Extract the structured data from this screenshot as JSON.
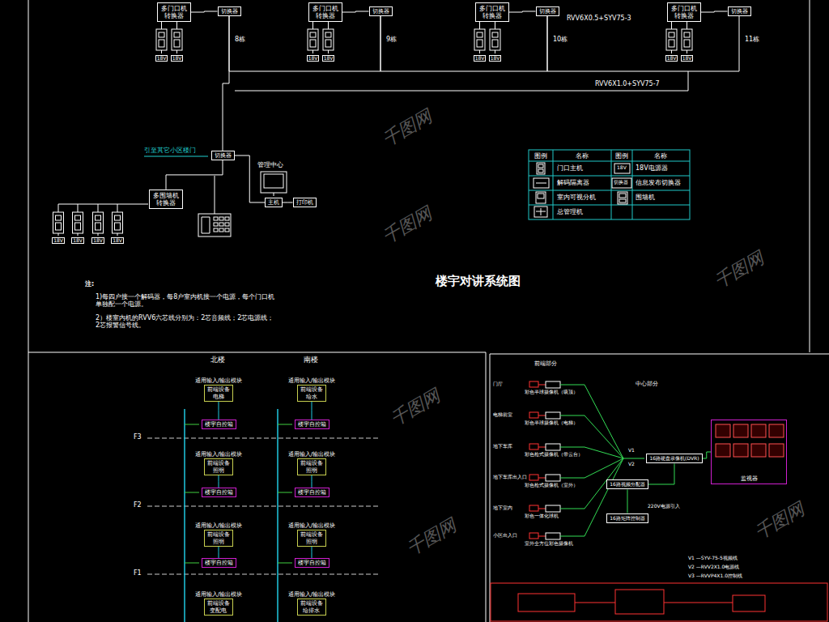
{
  "diagram": {
    "title": "楼宇对讲系统图",
    "nodes": [
      {
        "text": [
          "多门口机转换器"
        ]
      },
      {
        "text": [
          "切换器"
        ]
      },
      {
        "text": [
          "多门口机转换器"
        ]
      },
      {
        "text": [
          "切换器"
        ]
      },
      {
        "text": [
          "多门口机转换器"
        ]
      },
      {
        "text": [
          "切换器"
        ]
      },
      {
        "text": [
          "多门口机转换器"
        ]
      },
      {
        "text": [
          "切换器"
        ]
      },
      {
        "text": [
          "18V"
        ]
      },
      {
        "text": [
          "18V"
        ]
      },
      {
        "text": [
          "18V"
        ]
      },
      {
        "text": [
          "18V"
        ]
      },
      {
        "text": [
          "18V"
        ]
      },
      {
        "text": [
          "18V"
        ]
      },
      {
        "text": [
          "18V"
        ]
      },
      {
        "text": [
          "18V"
        ]
      },
      {
        "text": [
          "切换器"
        ]
      },
      {
        "text": [
          "主机"
        ]
      },
      {
        "text": [
          "打印机"
        ]
      },
      {
        "text": [
          "多围墙机转换器"
        ]
      },
      {
        "text": [
          "18V"
        ]
      },
      {
        "text": [
          "18V"
        ]
      },
      {
        "text": [
          "18V"
        ]
      },
      {
        "text": [
          "18V"
        ]
      },
      {
        "text": [
          "通用输入/输出模块",
          "前端设备 电梯"
        ]
      },
      {
        "text": [
          "楼宇自控箱"
        ]
      },
      {
        "text": [
          "通用输入/输出模块",
          "前端设备 照明"
        ]
      },
      {
        "text": [
          "楼宇自控箱"
        ]
      },
      {
        "text": [
          "通用输入/输出模块",
          "前端设备 照明"
        ]
      },
      {
        "text": [
          "楼宇自控箱"
        ]
      },
      {
        "text": [
          "通用输入/输出模块",
          "前端设备 变配电"
        ]
      },
      {
        "text": [
          "通用输入/输出模块",
          "前端设备 给水"
        ]
      },
      {
        "text": [
          "楼宇自控箱"
        ]
      },
      {
        "text": [
          "通用输入/输出模块",
          "前端设备 照明"
        ]
      },
      {
        "text": [
          "楼宇自控箱"
        ]
      },
      {
        "text": [
          "通用输入/输出模块",
          "前端设备 照明"
        ]
      },
      {
        "text": [
          "楼宇自控箱"
        ]
      },
      {
        "text": [
          "通用输入/输出模块",
          "前端设备 给排水"
        ]
      },
      {
        "text": [
          "16路硬盘录像机(DVR)"
        ]
      },
      {
        "text": [
          "16路视频分配器"
        ]
      },
      {
        "text": [
          "16路矩阵控制器"
        ]
      },
      {
        "text": [
          "监视器"
        ]
      }
    ],
    "edges": [
      {
        "from": 0,
        "to": 1,
        "arrow": "none"
      },
      {
        "from": 2,
        "to": 3,
        "arrow": "none"
      },
      {
        "from": 4,
        "to": 5,
        "arrow": "none"
      },
      {
        "from": 6,
        "to": 7,
        "arrow": "none"
      },
      {
        "from": 1,
        "to": 3,
        "arrow": "none"
      },
      {
        "from": 3,
        "to": 5,
        "arrow": "none"
      },
      {
        "from": 5,
        "to": 7,
        "arrow": "none"
      },
      {
        "from": 1,
        "to": 16,
        "arrow": "none"
      },
      {
        "from": 16,
        "to": 19,
        "arrow": "none"
      },
      {
        "from": 16,
        "to": 17,
        "arrow": "none"
      },
      {
        "from": 17,
        "to": 18,
        "arrow": "none"
      },
      {
        "from": 24,
        "to": 25,
        "arrow": "none"
      },
      {
        "from": 26,
        "to": 27,
        "arrow": "none"
      },
      {
        "from": 28,
        "to": 29,
        "arrow": "none"
      },
      {
        "from": 31,
        "to": 32,
        "arrow": "none"
      },
      {
        "from": 33,
        "to": 34,
        "arrow": "none"
      },
      {
        "from": 35,
        "to": 36,
        "arrow": "none"
      },
      {
        "from": 38,
        "to": 41,
        "arrow": "none"
      },
      {
        "from": 39,
        "to": 38,
        "arrow": "none"
      },
      {
        "from": 40,
        "to": 39,
        "arrow": "none"
      }
    ],
    "labels": [
      "8栋",
      "9栋",
      "10栋",
      "11栋",
      "RVV6X0.5+SYV75-3",
      "RVV6X1.0+SYV75-7",
      "引至其它小区楼门",
      "管理中心",
      "图例",
      "名称",
      "图例",
      "名称",
      "18V",
      "切换器",
      "注:",
      "1)每四户接一个解码器，每8户室内机接一个电源，每个门口机单独配一个电源。",
      "2）楼室内机的RVV6六芯线分别为：2芯音频线；2芯电源线；2芯报警信号线。",
      "北楼",
      "南楼",
      "F3",
      "F2",
      "F1",
      "前端部分",
      "中心部分",
      "门厅",
      "电梯前室",
      "地下车库",
      "地下车库出入口",
      "地下室内",
      "小区出入口",
      "彩色半球摄像机（吸顶）",
      "彩色半球摄像机（电梯）",
      "彩色枪式摄像机（带云台）",
      "彩色枪式摄像机（室外）",
      "彩色一体化球机",
      "室外全方位彩色摄像机",
      "220V电源引入",
      "V1",
      "V2",
      "V1 —SYV-75-5视频线",
      "V2 —RVV2X1.0电源线",
      "V3 —RVVP4X1.0控制线",
      "千图网",
      "千图网",
      "千图网",
      "千图网",
      "千图网",
      "千图网"
    ],
    "legend": [
      {
        "text": "门口主机"
      },
      {
        "text": "18V电源器"
      },
      {
        "text": "解码隔离器"
      },
      {
        "text": "信息发布切换器"
      },
      {
        "text": "室内可视分机"
      },
      {
        "text": "围墙机"
      },
      {
        "text": "总管理机"
      }
    ]
  }
}
